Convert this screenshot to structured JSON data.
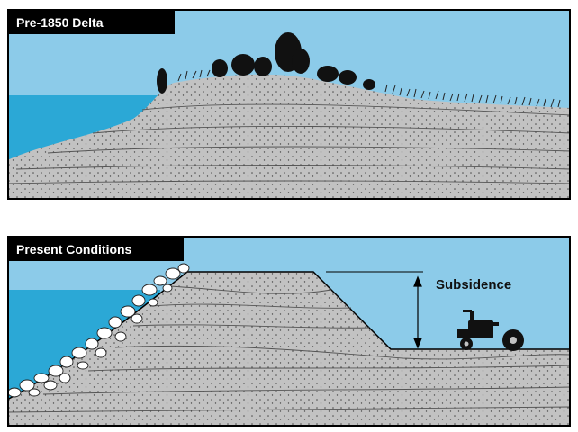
{
  "panels": {
    "top": {
      "title": "Pre-1850 Delta"
    },
    "bottom": {
      "title": "Present Conditions",
      "annotation": "Subsidence"
    }
  },
  "colors": {
    "sky": "#8ccbe9",
    "water": "#2ba8d6",
    "ground": "#c2c2c2",
    "outline": "#000000",
    "levee_rock": "#ffffff"
  },
  "icons": [
    "tree-icon",
    "tractor-icon",
    "double-arrow-icon"
  ]
}
